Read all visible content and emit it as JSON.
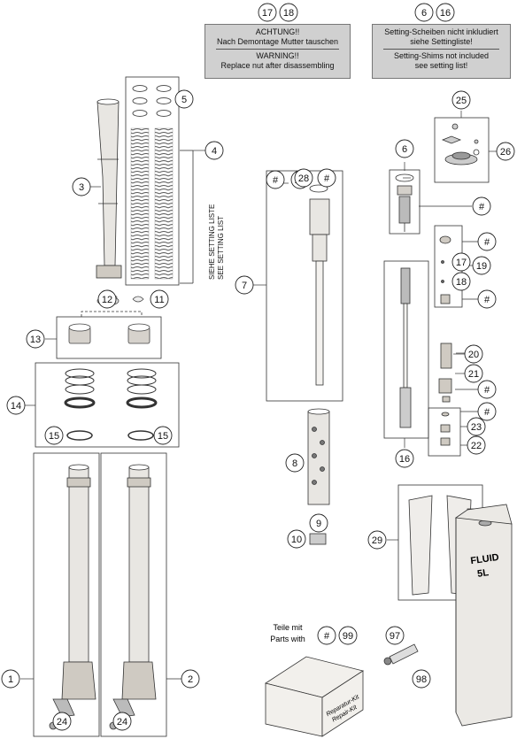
{
  "notices": [
    {
      "tags": [
        "17",
        "18"
      ],
      "lines": [
        "ACHTUNG!!",
        "Nach Demontage Mutter tauschen",
        "WARNING!!",
        "Replace nut after disassembling"
      ]
    },
    {
      "tags": [
        "6",
        "16"
      ],
      "lines": [
        "Setting-Scheiben nicht inkludiert",
        "siehe Settingliste!",
        "Setting-Shims not included",
        "see setting list!"
      ]
    }
  ],
  "side_note": [
    "SIEHE SETTING LISTE",
    "SEE SETTING LIST"
  ],
  "callouts": {
    "c1": "1",
    "c2": "2",
    "c3": "3",
    "c4": "4",
    "c5": "5",
    "c6": "6",
    "c7": "7",
    "c8": "8",
    "c9": "9",
    "c10": "10",
    "c11": "11",
    "c12": "12",
    "c13": "13",
    "c14": "14",
    "c15a": "15",
    "c15b": "15",
    "c16": "16",
    "c17": "17",
    "c18": "18",
    "c19": "19",
    "c20": "20",
    "c21": "21",
    "c22": "22",
    "c23": "23",
    "c24a": "24",
    "c24b": "24",
    "c25": "25",
    "c26": "26",
    "c27": "27",
    "c28": "28",
    "c29": "29",
    "c97": "97",
    "c98": "98",
    "c99": "99",
    "h27": "#",
    "h28": "#",
    "h6": "#",
    "h19a": "#",
    "h19b": "#",
    "h21a": "#",
    "h21b": "#",
    "h23": "#",
    "h99": "#"
  },
  "kit_note": [
    "Teile mit",
    "Parts with"
  ],
  "kit_box_label": [
    "Reparatur-Kit",
    "Repair-Kit"
  ],
  "can_label": [
    "FLUID",
    "5L"
  ]
}
